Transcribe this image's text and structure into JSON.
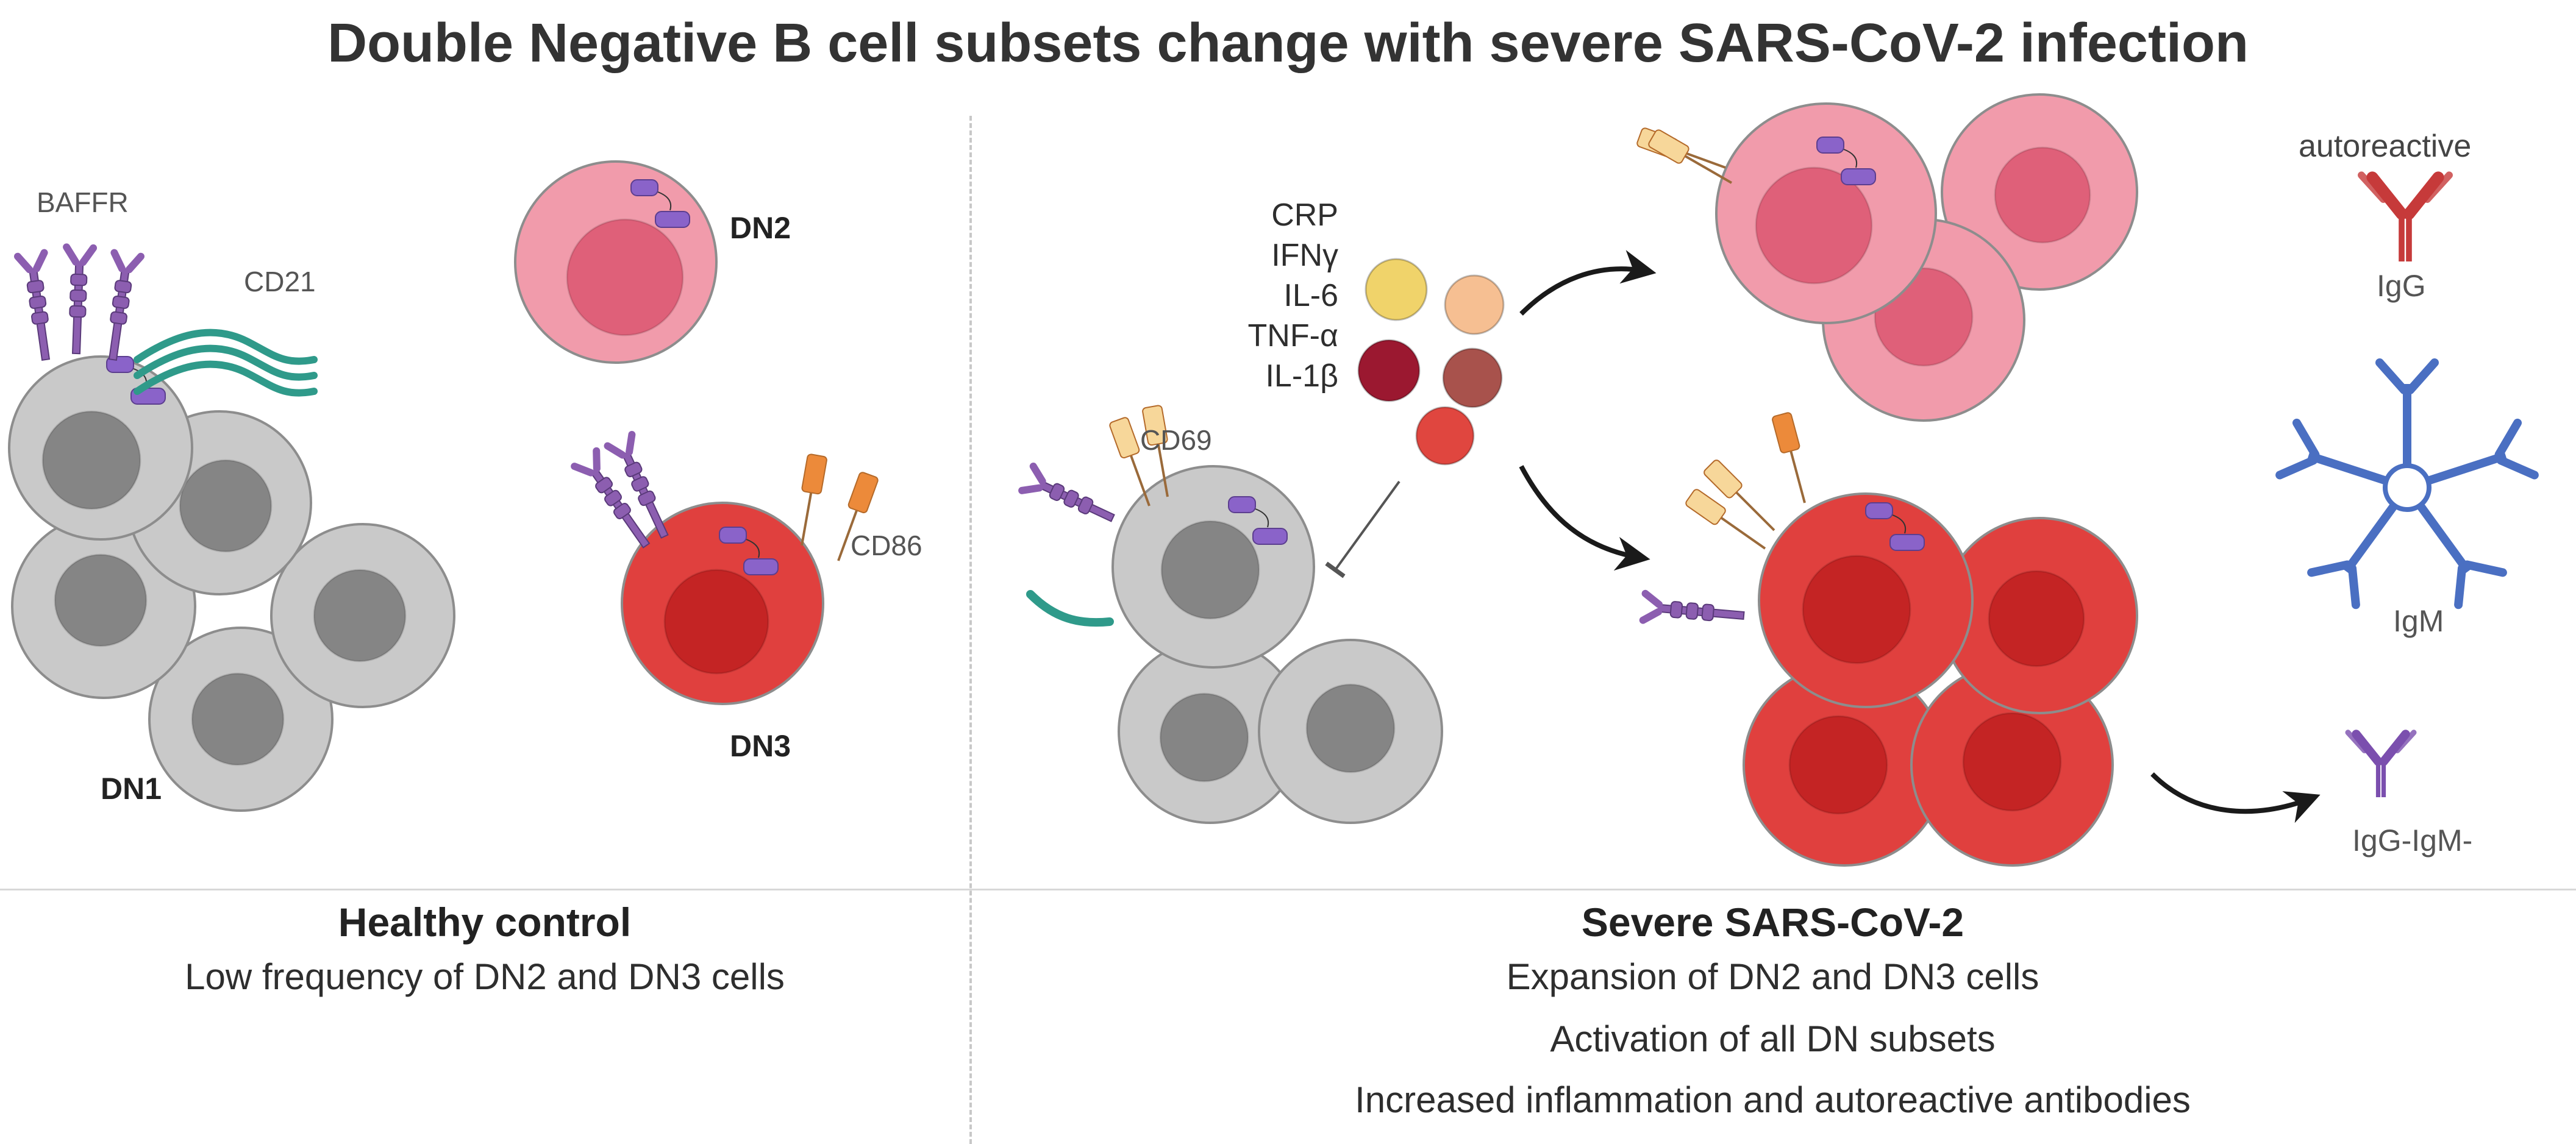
{
  "title": "Double Negative B cell subsets change with severe SARS-CoV-2 infection",
  "healthy": {
    "receptor_labels": {
      "baffr": "BAFFR",
      "cd21": "CD21",
      "cd86": "CD86"
    },
    "subsets": {
      "dn1": "DN1",
      "dn2": "DN2",
      "dn3": "DN3"
    },
    "panel_title": "Healthy control",
    "panel_line": "Low frequency of DN2 and DN3 cells"
  },
  "severe": {
    "cytokines": [
      "CRP",
      "IFNγ",
      "IL-6",
      "TNF-α",
      "IL-1β"
    ],
    "cd69_label": "CD69",
    "antibodies": {
      "autoreactive": "autoreactive",
      "igg": "IgG",
      "igm": "IgM",
      "igg_igm_neg": "IgG-IgM-"
    },
    "panel_title": "Severe SARS-CoV-2",
    "panel_lines": [
      "Expansion of DN2 and DN3 cells",
      "Activation of all DN subsets",
      "Increased inflammation and autoreactive antibodies"
    ]
  },
  "colors": {
    "grey_cell": "#c9c9c9",
    "grey_nucleus": "#858585",
    "pink_cell": "#f19bab",
    "pink_nucleus": "#df6079",
    "red_cell": "#e0403e",
    "red_nucleus": "#c42424",
    "receptor_purple": "#8c5eb0",
    "cd21_teal": "#2f9a8a",
    "cd86_orange": "#ec8a3a",
    "cd69_yellow": "#f7d79a",
    "igg_red": "#c63a3a",
    "igm_blue": "#4a6fc2",
    "dn_purple": "#7b4fae"
  }
}
